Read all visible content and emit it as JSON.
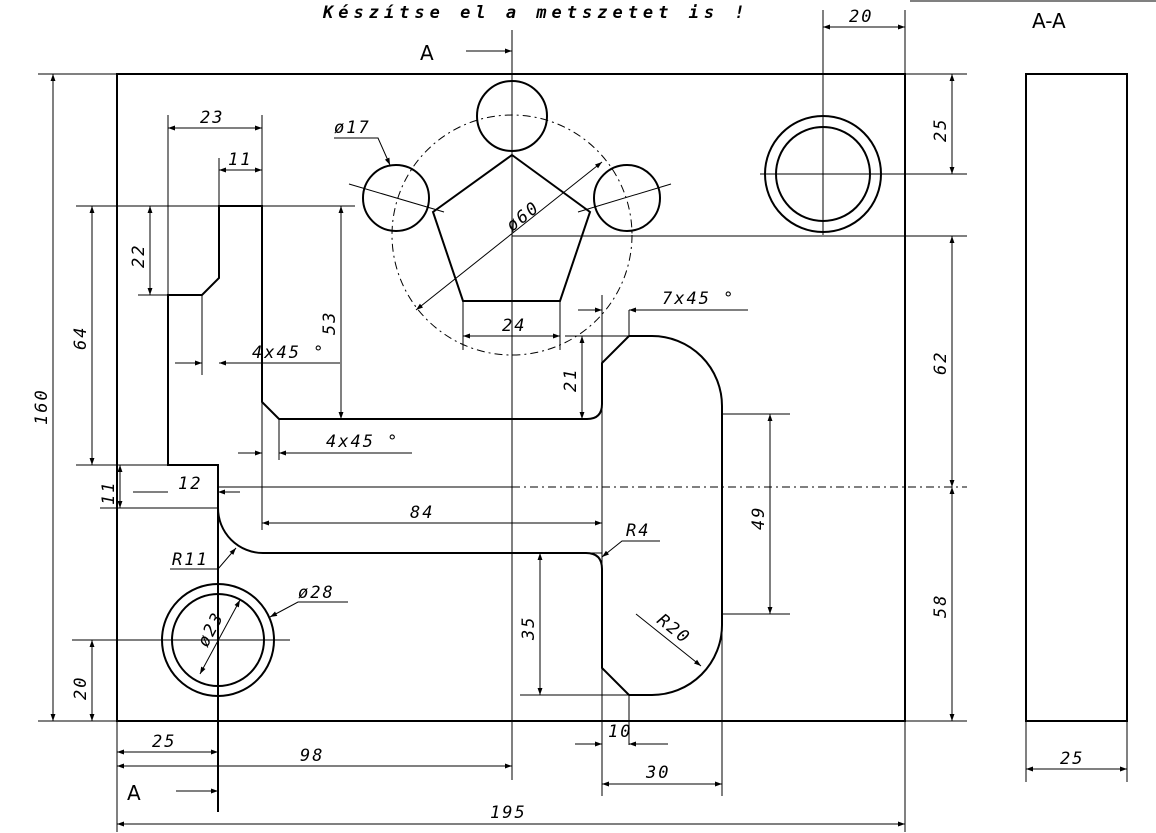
{
  "note": "Készítse el a metszetet is !",
  "section_label": "A-A",
  "cut_mark_top": "A",
  "cut_mark_bottom": "A",
  "dims": {
    "d20_top": "20",
    "d25_right": "25",
    "d62": "62",
    "d58": "58",
    "d160": "160",
    "d64": "64",
    "d22": "22",
    "d11_left": "11",
    "d20_left": "20",
    "d23": "23",
    "d11_top": "11",
    "d53": "53",
    "d21": "21",
    "d24": "24",
    "phi17": "ø17",
    "phi60": "ø60",
    "c7x45": "7x45 °",
    "c4x45_a": "4x45 °",
    "c4x45_b": "4x45 °",
    "d12": "12",
    "d84": "84",
    "d49": "49",
    "r4": "R4",
    "r11": "R11",
    "r20": "R20",
    "phi28": "ø28",
    "phi23": "ø23",
    "d35": "35",
    "d10": "10",
    "d30": "30",
    "d25_bottom": "25",
    "d98": "98",
    "d195": "195",
    "d25_section": "25"
  }
}
